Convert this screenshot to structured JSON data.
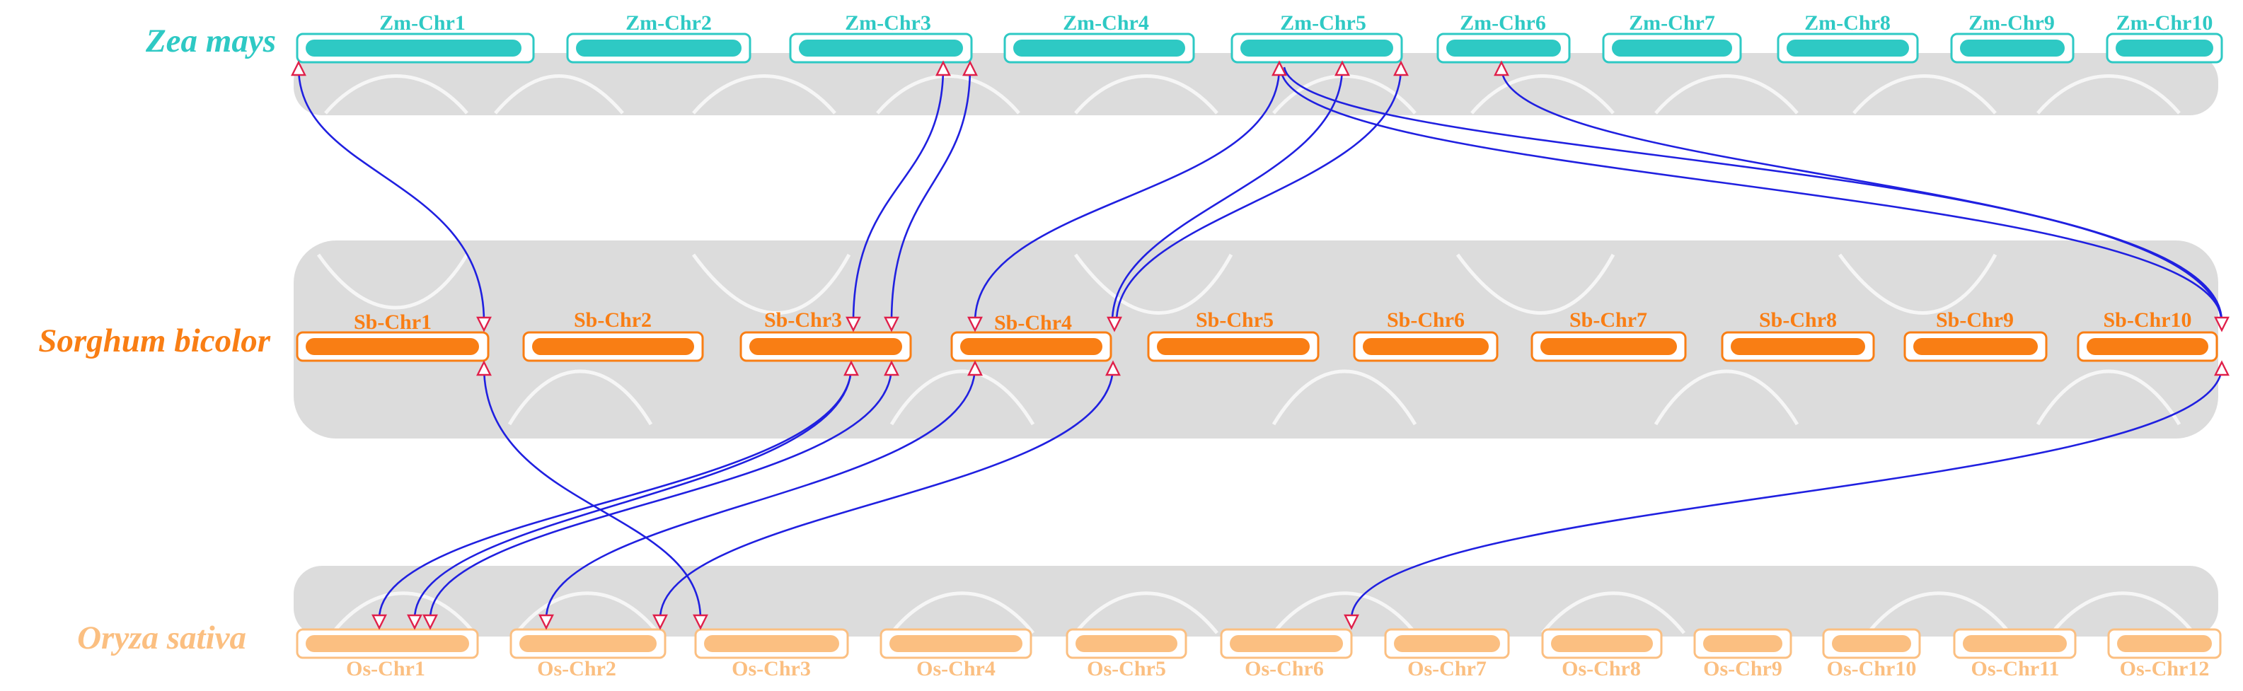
{
  "colors": {
    "zea": "#2ec9c4",
    "sorghum": "#f97e14",
    "oryza": "#fbbf81",
    "link": "#2020e0",
    "marker": "#e0204a",
    "background_synteny": "#d9d9d9"
  },
  "species": [
    {
      "id": "zea",
      "name": "Zea mays",
      "color_key": "zea",
      "chromosomes": [
        "Zm-Chr1",
        "Zm-Chr2",
        "Zm-Chr3",
        "Zm-Chr4",
        "Zm-Chr5",
        "Zm-Chr6",
        "Zm-Chr7",
        "Zm-Chr8",
        "Zm-Chr9",
        "Zm-Chr10"
      ]
    },
    {
      "id": "sorghum",
      "name": "Sorghum bicolor",
      "color_key": "sorghum",
      "chromosomes": [
        "Sb-Chr1",
        "Sb-Chr2",
        "Sb-Chr3",
        "Sb-Chr4",
        "Sb-Chr5",
        "Sb-Chr6",
        "Sb-Chr7",
        "Sb-Chr8",
        "Sb-Chr9",
        "Sb-Chr10"
      ]
    },
    {
      "id": "oryza",
      "name": "Oryza sativa",
      "color_key": "oryza",
      "chromosomes": [
        "Os-Chr1",
        "Os-Chr2",
        "Os-Chr3",
        "Os-Chr4",
        "Os-Chr5",
        "Os-Chr6",
        "Os-Chr7",
        "Os-Chr8",
        "Os-Chr9",
        "Os-Chr10",
        "Os-Chr11",
        "Os-Chr12"
      ]
    }
  ],
  "links": [
    {
      "from": "Zm-Chr1",
      "to": "Sb-Chr1"
    },
    {
      "from": "Zm-Chr3",
      "to": "Sb-Chr3"
    },
    {
      "from": "Zm-Chr3",
      "to": "Sb-Chr3"
    },
    {
      "from": "Zm-Chr5",
      "to": "Sb-Chr4"
    },
    {
      "from": "Zm-Chr5",
      "to": "Sb-Chr4"
    },
    {
      "from": "Zm-Chr5",
      "to": "Sb-Chr4"
    },
    {
      "from": "Zm-Chr5",
      "to": "Sb-Chr10"
    },
    {
      "from": "Zm-Chr6",
      "to": "Sb-Chr10"
    },
    {
      "from": "Sb-Chr1",
      "to": "Os-Chr3"
    },
    {
      "from": "Sb-Chr3",
      "to": "Os-Chr1"
    },
    {
      "from": "Sb-Chr3",
      "to": "Os-Chr1"
    },
    {
      "from": "Sb-Chr3",
      "to": "Os-Chr1"
    },
    {
      "from": "Sb-Chr4",
      "to": "Os-Chr2"
    },
    {
      "from": "Sb-Chr4",
      "to": "Os-Chr2"
    },
    {
      "from": "Sb-Chr10",
      "to": "Os-Chr6"
    }
  ]
}
